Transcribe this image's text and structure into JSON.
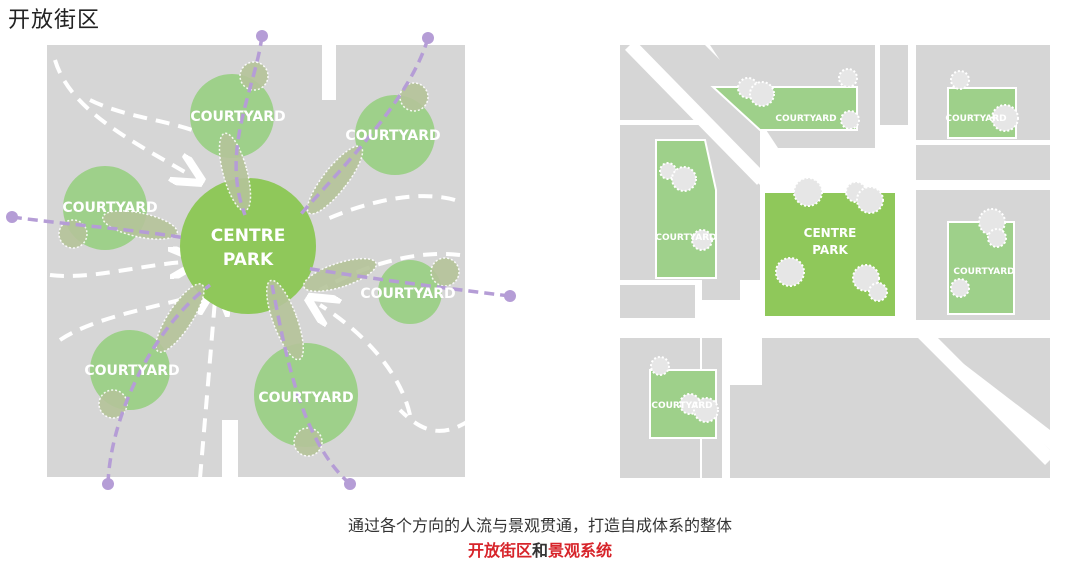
{
  "title": "开放街区",
  "left_diagram": {
    "courtyards": [
      "COURTYARD",
      "COURTYARD",
      "COURTYARD",
      "COURTYARD",
      "COURTYARD",
      "COURTYARD"
    ],
    "centre": [
      "CENTRE",
      "PARK"
    ]
  },
  "right_diagram": {
    "courtyards": [
      "COURTYARD",
      "COURTYARD",
      "COURTYARD",
      "COURTYARD",
      "COURTYARD"
    ],
    "centre": [
      "CENTRE",
      "PARK"
    ]
  },
  "caption": {
    "line1": "通过各个方向的人流与景观贯通，打造自成体系的整体",
    "highlight1": "开放街区",
    "connector": "和",
    "highlight2": "景观系统"
  },
  "colors": {
    "green": "#9ed08a",
    "park": "#8fc85a",
    "block": "#d6d6d6",
    "path": "#b59dd6",
    "red": "#d7242a"
  }
}
